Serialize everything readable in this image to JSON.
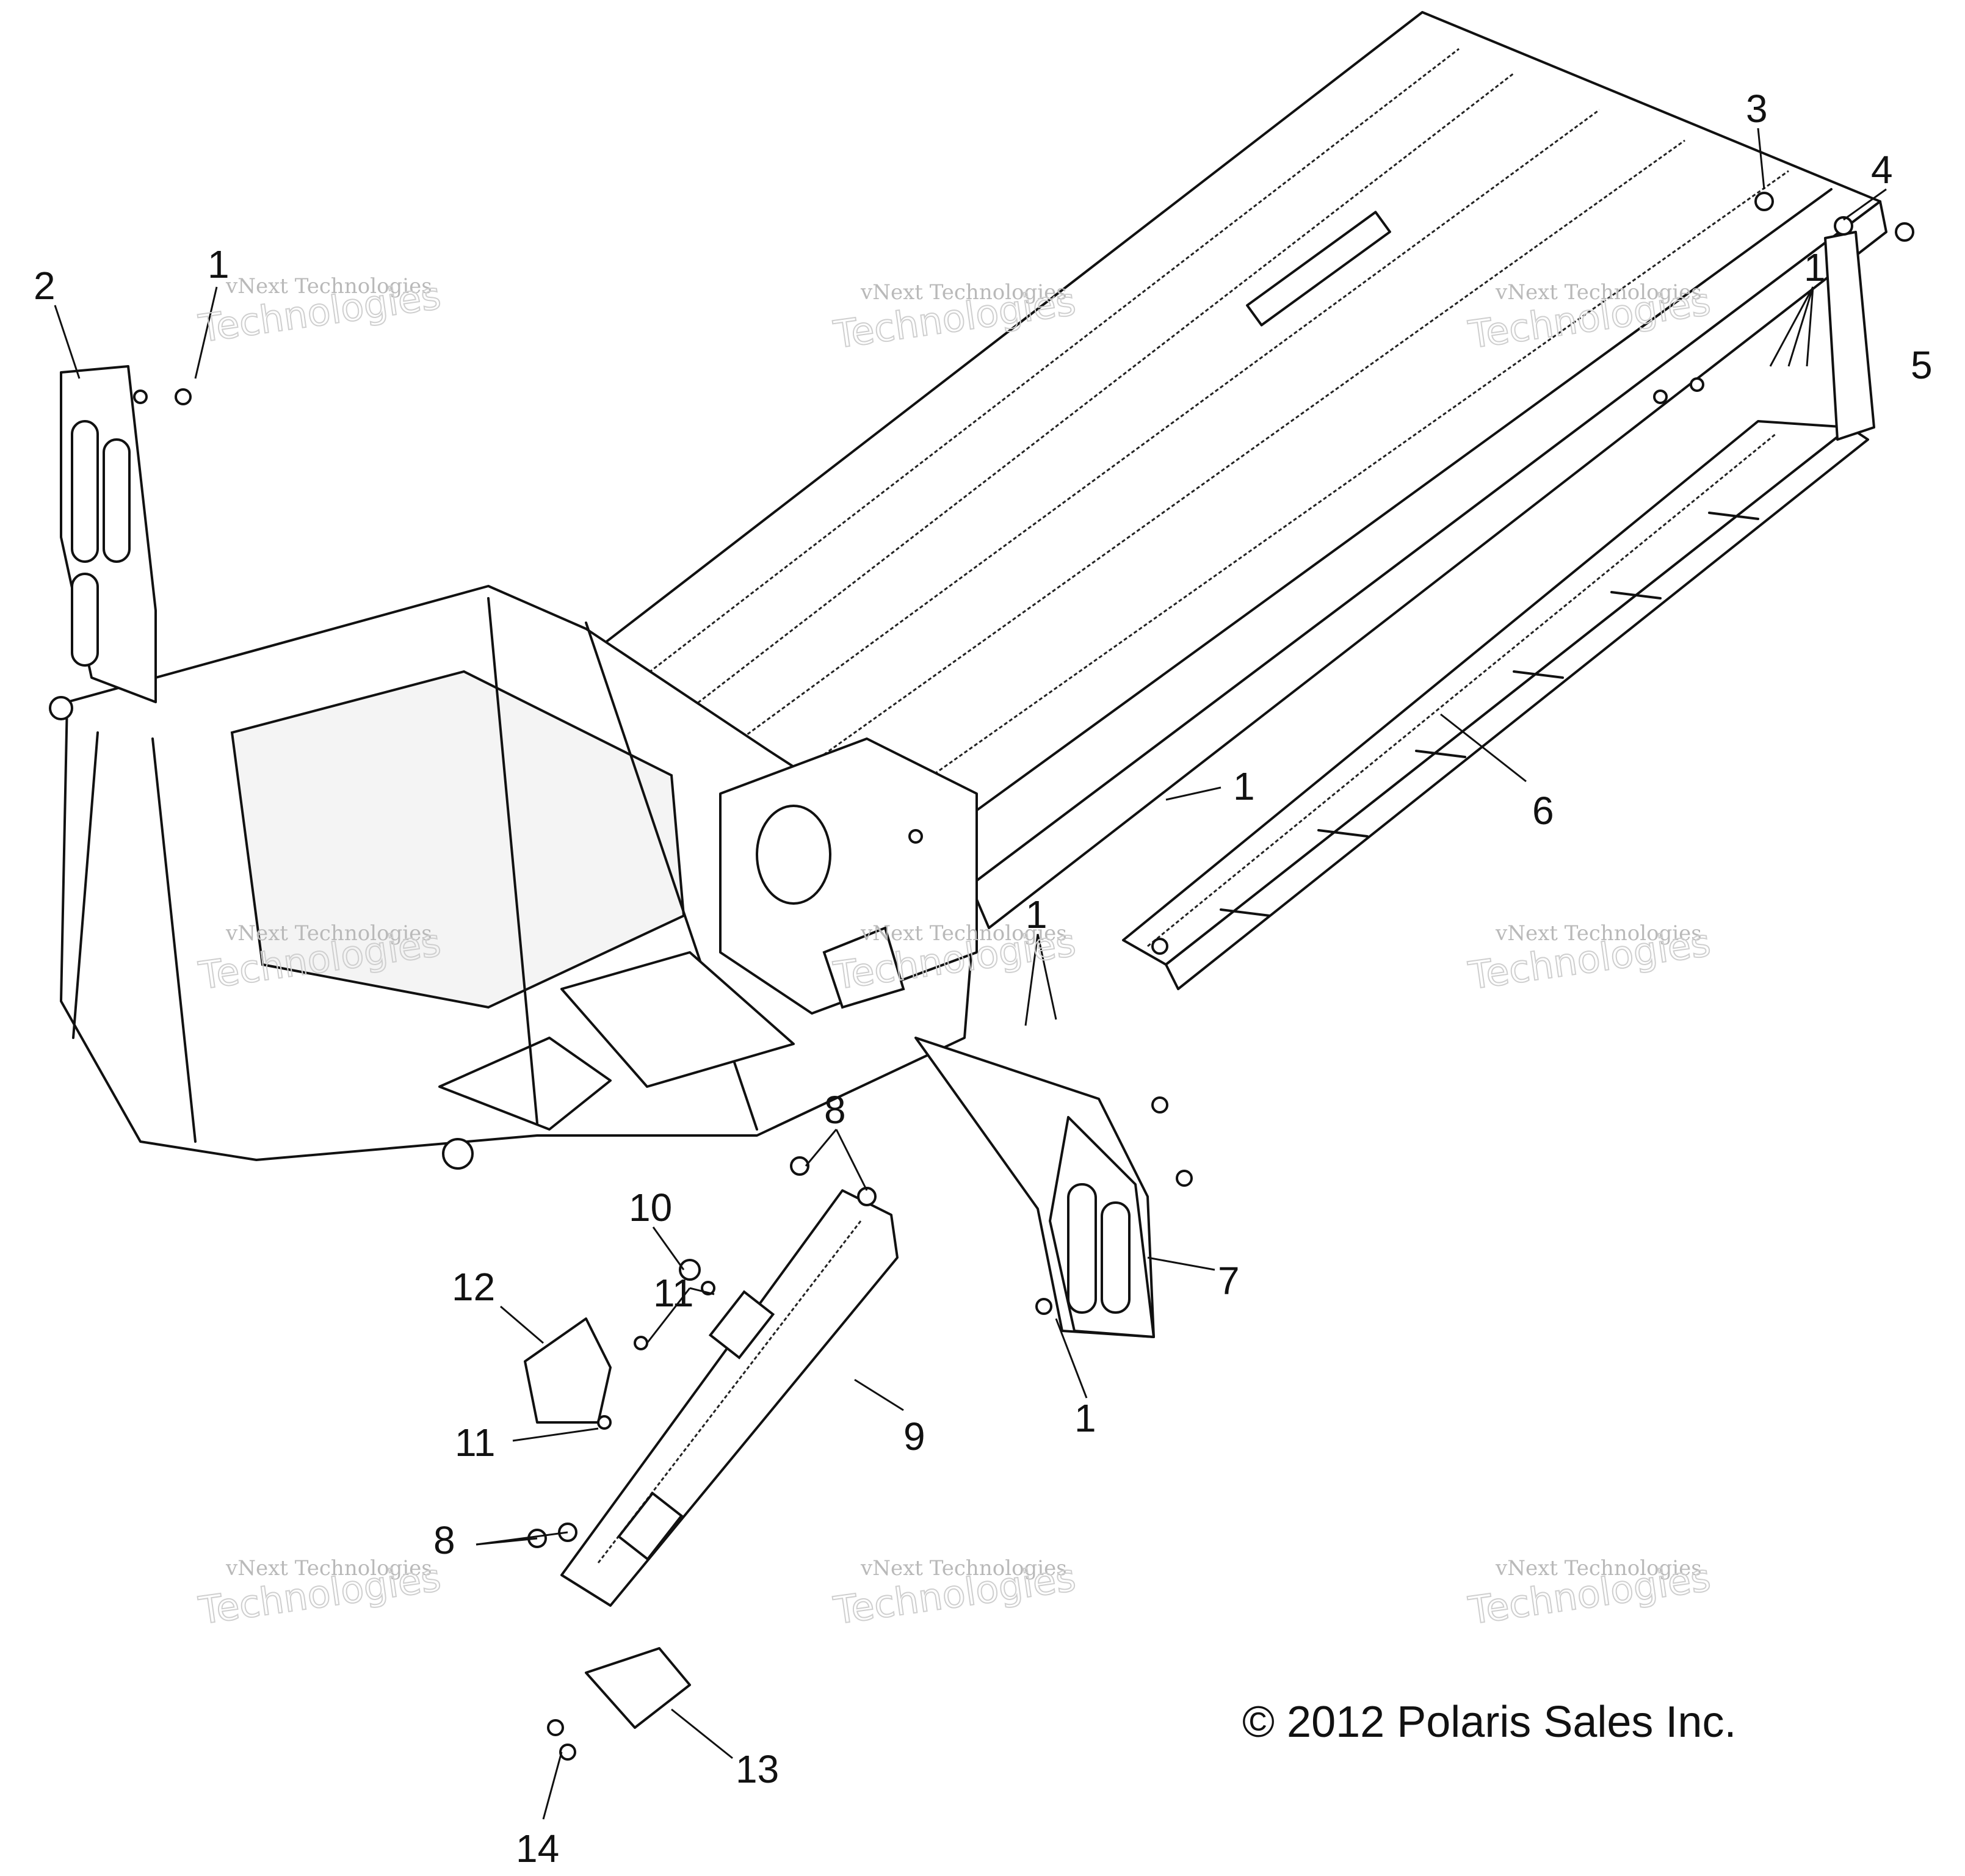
{
  "callouts": [
    {
      "id": "c1a",
      "text": "1"
    },
    {
      "id": "c2",
      "text": "2"
    },
    {
      "id": "c3",
      "text": "3"
    },
    {
      "id": "c4",
      "text": "4"
    },
    {
      "id": "c5",
      "text": "5"
    },
    {
      "id": "c1b",
      "text": "1"
    },
    {
      "id": "c1c",
      "text": "1"
    },
    {
      "id": "c6",
      "text": "6"
    },
    {
      "id": "c1d",
      "text": "1"
    },
    {
      "id": "c8a",
      "text": "8"
    },
    {
      "id": "c10",
      "text": "10"
    },
    {
      "id": "c12",
      "text": "12"
    },
    {
      "id": "c11a",
      "text": "11"
    },
    {
      "id": "c7",
      "text": "7"
    },
    {
      "id": "c9",
      "text": "9"
    },
    {
      "id": "c11b",
      "text": "11"
    },
    {
      "id": "c1e",
      "text": "1"
    },
    {
      "id": "c8b",
      "text": "8"
    },
    {
      "id": "c13",
      "text": "13"
    },
    {
      "id": "c14",
      "text": "14"
    }
  ],
  "watermark": {
    "line1": "vNext Technologies",
    "line2": "Technologies"
  },
  "copyright": "© 2012 Polaris Sales Inc."
}
